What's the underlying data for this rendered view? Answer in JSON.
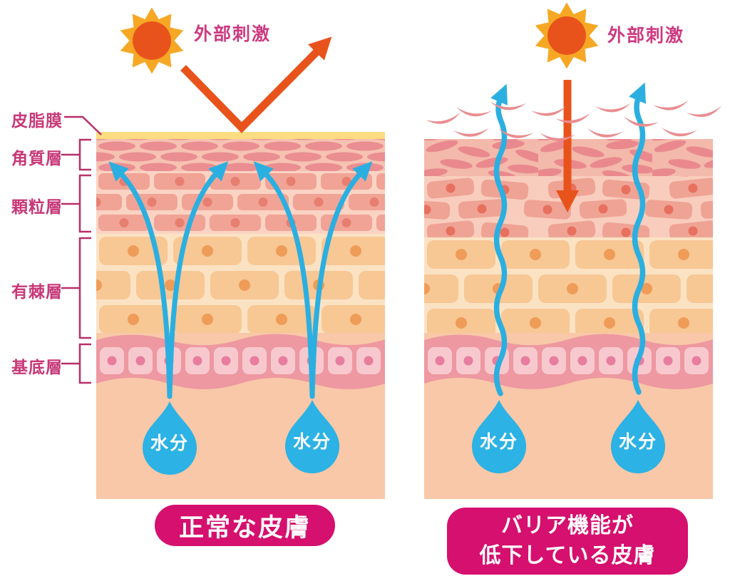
{
  "labels": {
    "sebum_film": "皮脂膜",
    "stratum_corneum": "角質層",
    "granular_layer": "顆粒層",
    "spinous_layer": "有棘層",
    "basal_layer": "基底層"
  },
  "left_panel": {
    "stimulus_label": "外部刺激",
    "caption": "正常な皮膚",
    "drop1_label": "水分",
    "drop2_label": "水分"
  },
  "right_panel": {
    "stimulus_label": "外部刺激",
    "caption_line1": "バリア機能が",
    "caption_line2": "低下している皮膚",
    "drop1_label": "水分",
    "drop2_label": "水分"
  },
  "colors": {
    "caption_magenta": "#d5106e",
    "label_magenta": "#c73878",
    "arrow_orange": "#e8531c",
    "sun_yellow": "#f6a825",
    "sun_core": "#e8531c",
    "water_blue": "#2bafe0",
    "drop_blue": "#2cb2e4",
    "sebum_yellow": "#fbdc80",
    "skin_base": "#f8c8a8"
  }
}
